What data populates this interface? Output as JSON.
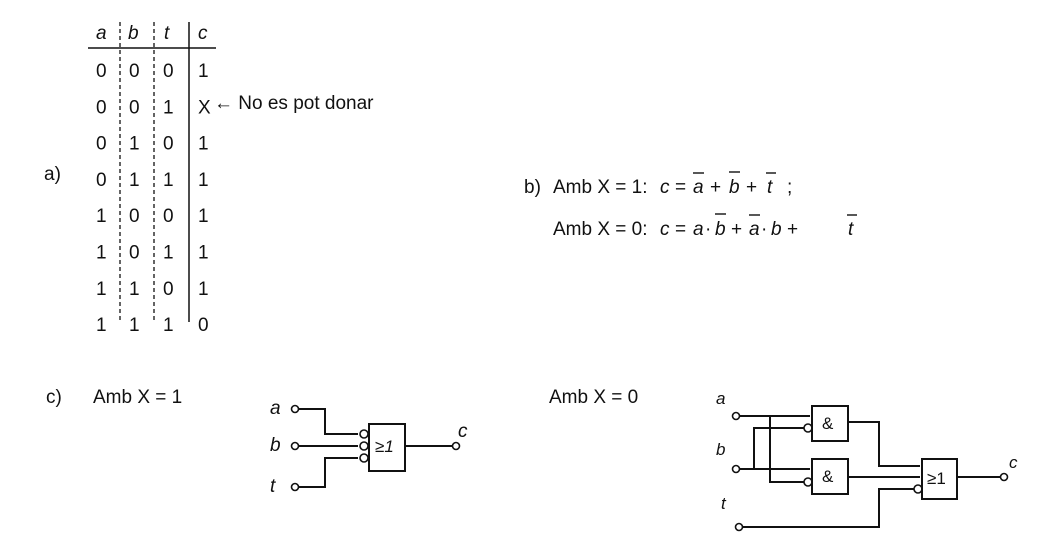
{
  "part_a": {
    "label": "a)",
    "headers": [
      "a",
      "b",
      "t",
      "c"
    ],
    "rows": [
      [
        "0",
        "0",
        "0",
        "1"
      ],
      [
        "0",
        "0",
        "1",
        "X"
      ],
      [
        "0",
        "1",
        "0",
        "1"
      ],
      [
        "0",
        "1",
        "1",
        "1"
      ],
      [
        "1",
        "0",
        "0",
        "1"
      ],
      [
        "1",
        "0",
        "1",
        "1"
      ],
      [
        "1",
        "1",
        "0",
        "1"
      ],
      [
        "1",
        "1",
        "1",
        "0"
      ]
    ],
    "note": "← No es pot donar"
  },
  "part_b": {
    "label": "b)",
    "line1_prefix": "Amb X = 1:",
    "line2_prefix": "Amb X = 0:",
    "var_c": "c",
    "var_a": "a",
    "var_b": "b",
    "var_t": "t",
    "eq": "=",
    "plus": "+",
    "dot": "·",
    "semicolon": ";"
  },
  "part_c": {
    "label": "c)",
    "left_caption": "Amb X = 1",
    "right_caption": "Amb X = 0",
    "or_symbol": "≥1",
    "and_symbol": "&",
    "inputs": [
      "a",
      "b",
      "t"
    ],
    "output": "c"
  }
}
